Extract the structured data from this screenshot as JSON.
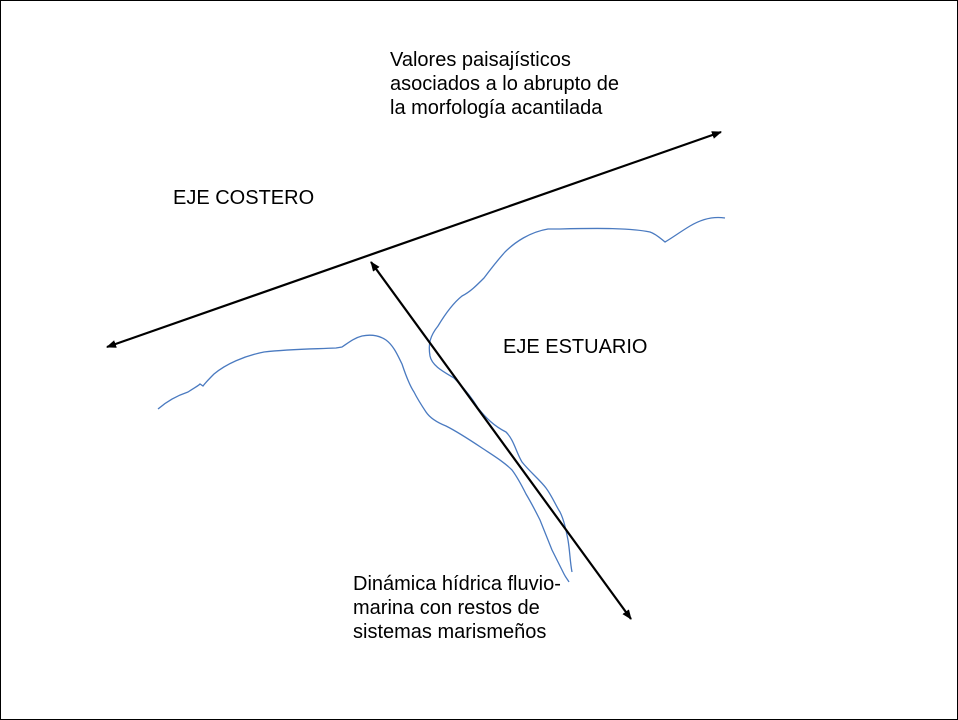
{
  "colors": {
    "frame": "#000000",
    "axis_arrows": "#000000",
    "coastline": "#4a7ac0",
    "text": "#000000",
    "background": "#ffffff"
  },
  "labels": {
    "top_note": {
      "line1": "Valores paisajísticos",
      "line2": "asociados a lo abrupto de",
      "line3": "la morfología acantilada"
    },
    "coastal_axis": "EJE COSTERO",
    "estuary_axis": "EJE ESTUARIO",
    "bottom_note": {
      "line1": "Dinámica hídrica fluvio-",
      "line2": "marina con restos de",
      "line3": "sistemas marismeños"
    }
  }
}
